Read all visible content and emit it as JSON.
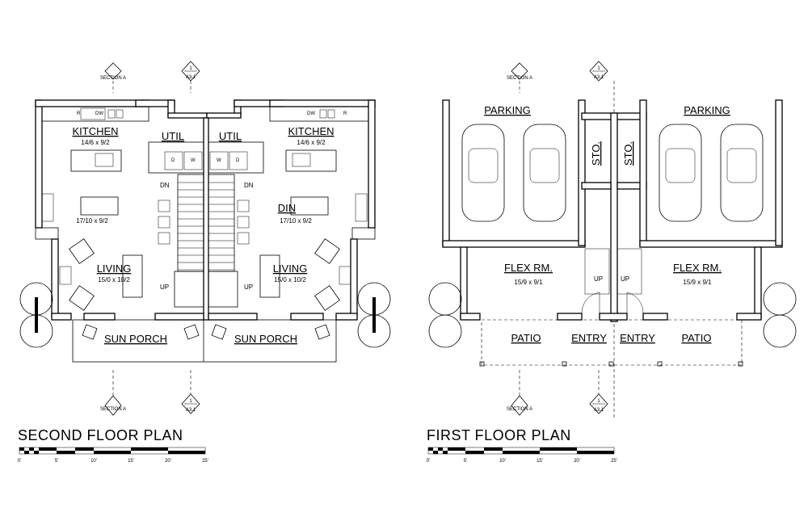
{
  "second_floor": {
    "title": "SECOND FLOOR PLAN",
    "kitchen_left": "KITCHEN",
    "kitchen_left_dim": "14/6 x 9/2",
    "kitchen_right": "KITCHEN",
    "kitchen_right_dim": "14/6 x 9/2",
    "util_left": "UTIL",
    "util_right": "UTIL",
    "dining_left_dim": "17/10 x 9/2",
    "dining_right": "DIN",
    "dining_right_dim": "17/10 x 9/2",
    "living_left": "LIVING",
    "living_left_dim": "15/0 x 10/2",
    "living_right": "LIVING",
    "living_right_dim": "15/0 x 10/2",
    "sun_porch_left": "SUN PORCH",
    "sun_porch_right": "SUN PORCH",
    "dn_left": "DN",
    "dn_right": "DN",
    "up_left": "UP",
    "up_right": "UP",
    "appliances": {
      "r": "R",
      "dw": "DW",
      "d": "D",
      "w": "W"
    }
  },
  "first_floor": {
    "title": "FIRST FLOOR PLAN",
    "parking_left": "PARKING",
    "parking_right": "PARKING",
    "sto_left": "STO.",
    "sto_right": "STO.",
    "flex_left": "FLEX RM.",
    "flex_left_dim": "15/9 x 9/1",
    "flex_right": "FLEX RM.",
    "flex_right_dim": "15/9 x 9/1",
    "patio_left": "PATIO",
    "patio_right": "PATIO",
    "entry_left": "ENTRY",
    "entry_right": "ENTRY",
    "up_left": "UP",
    "up_right": "UP"
  },
  "markers": {
    "section": "SECTION A",
    "detail_number": "1",
    "detail_sheet": "A3.1"
  },
  "scale_bar": {
    "ticks": [
      "0'",
      "5'",
      "10'",
      "15'",
      "20'",
      "25'"
    ]
  }
}
